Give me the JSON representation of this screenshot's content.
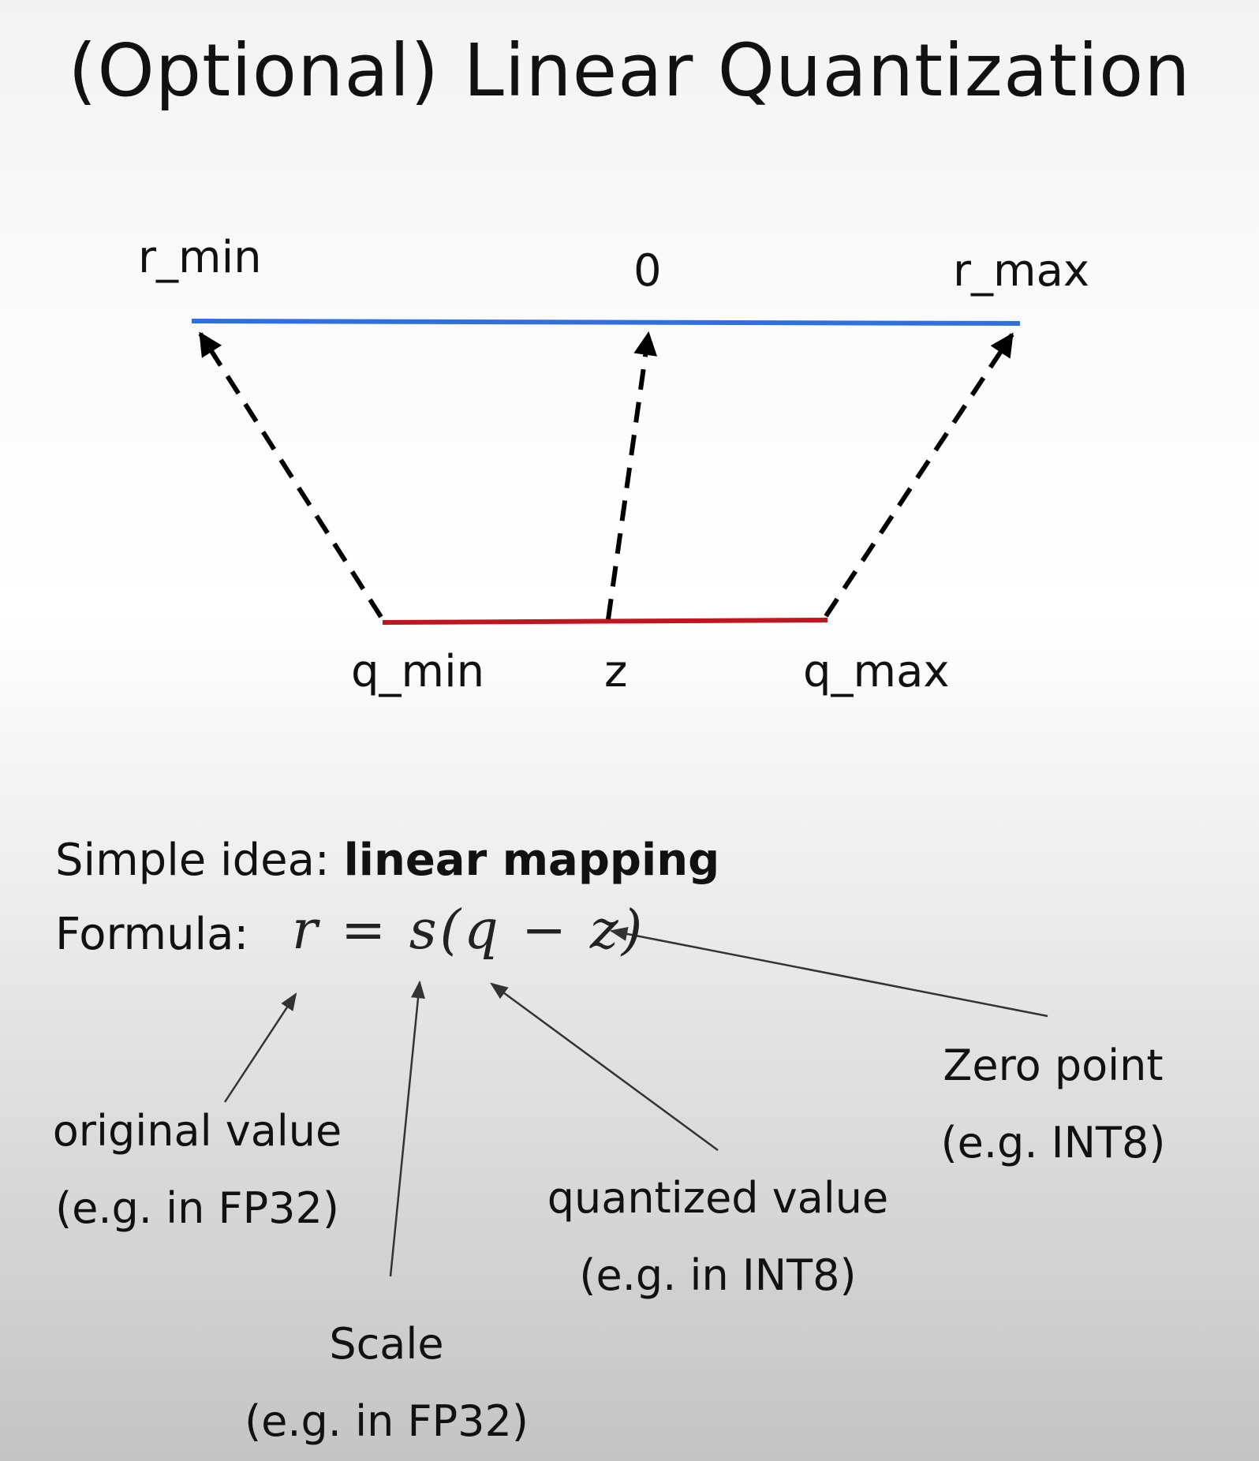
{
  "title": "(Optional) Linear Quantization",
  "diagram": {
    "real_range": {
      "min_label": "r_min",
      "zero_label": "0",
      "max_label": "r_max",
      "color": "#2f6fe0"
    },
    "quantized_range": {
      "min_label": "q_min",
      "zero_label": "z",
      "max_label": "q_max",
      "color": "#c0171f"
    },
    "mappings": [
      {
        "from": "q_min",
        "to": "r_min"
      },
      {
        "from": "z",
        "to": "0"
      },
      {
        "from": "q_max",
        "to": "r_max"
      }
    ]
  },
  "idea": {
    "prefix": "Simple idea: ",
    "emphasis": "linear mapping"
  },
  "formula": {
    "label": "Formula:",
    "expression": "r = s(q − z)"
  },
  "annotations": {
    "original": {
      "line1": "original value",
      "line2": "(e.g. in FP32)"
    },
    "scale": {
      "line1": "Scale",
      "line2": "(e.g. in FP32)"
    },
    "quantized": {
      "line1": "quantized value",
      "line2": "(e.g. in INT8)"
    },
    "zero_point": {
      "line1": "Zero point",
      "line2": "(e.g. INT8)"
    }
  }
}
